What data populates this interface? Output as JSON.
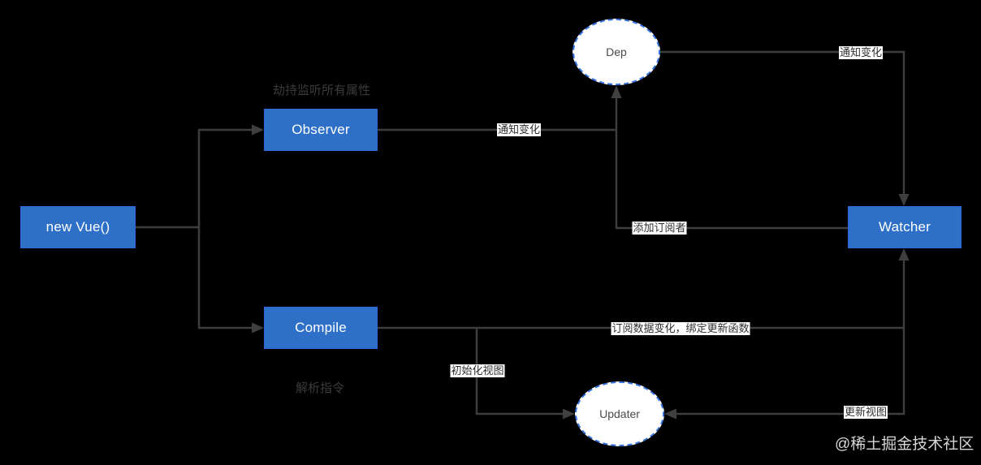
{
  "diagram": {
    "title_hint": "Vue MVVM reactivity flow diagram",
    "nodes": {
      "new_vue": {
        "label": "new Vue()",
        "shape": "rect"
      },
      "observer": {
        "label": "Observer",
        "shape": "rect"
      },
      "compile": {
        "label": "Compile",
        "shape": "rect"
      },
      "watcher": {
        "label": "Watcher",
        "shape": "rect"
      },
      "dep": {
        "label": "Dep",
        "shape": "ellipse"
      },
      "updater": {
        "label": "Updater",
        "shape": "ellipse"
      }
    },
    "edge_labels": {
      "observer_to_dep": "通知变化",
      "dep_to_watcher": "通知变化",
      "watcher_to_dep": "添加订阅者",
      "compile_to_watcher": "订阅数据变化，绑定更新函数",
      "compile_to_updater": "初始化视图",
      "watcher_to_updater": "更新视图"
    },
    "annotations": {
      "observer_note": "劫持监听所有属性",
      "compile_note": "解析指令"
    },
    "watermark": "@稀土掘金技术社区",
    "colors": {
      "background": "#000000",
      "node_fill": "#2e70c8",
      "node_text": "#ffffff",
      "ellipse_fill": "#ffffff",
      "ellipse_border": "#3b77e0",
      "line": "#3d3d3d",
      "edge_label_bg": "#ffffff",
      "edge_label_text": "#2f2f2f",
      "annotation_text": "#3b3b3b",
      "watermark_text": "#d6d6d6"
    }
  }
}
